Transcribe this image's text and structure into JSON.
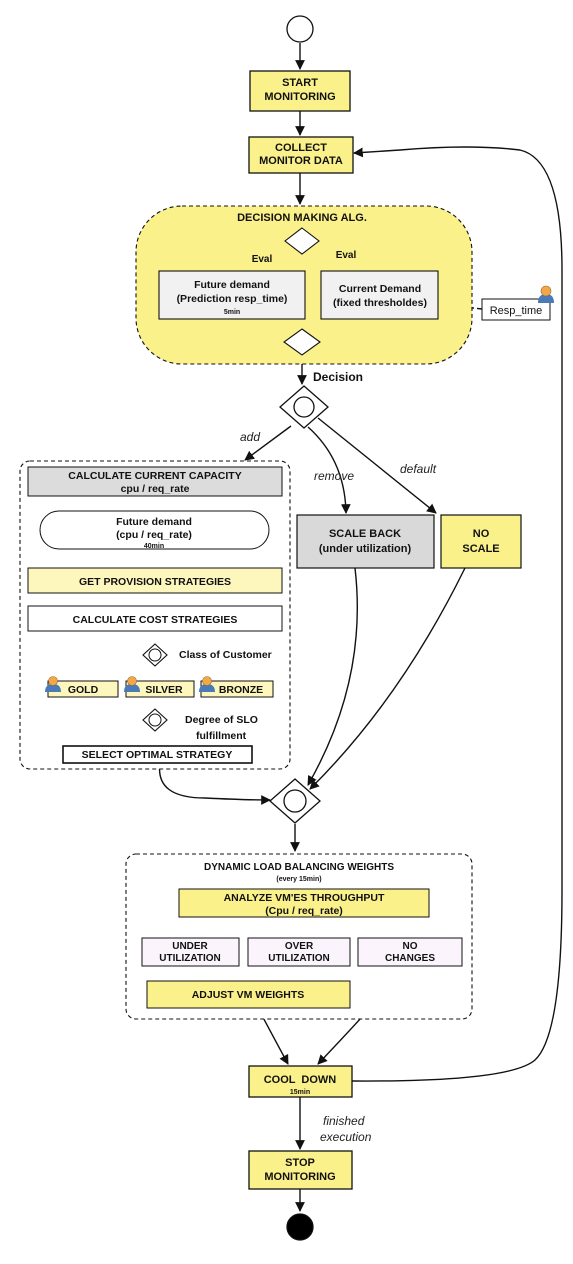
{
  "start_monitoring": [
    "START",
    "MONITORING"
  ],
  "collect_monitor_data": [
    "COLLECT",
    "MONITOR DATA"
  ],
  "decision_alg": {
    "title": "DECISION MAKING ALG.",
    "eval_left": "Eval",
    "eval_right": "Eval",
    "future_demand": [
      "Future demand",
      "(Prediction resp_time)"
    ],
    "future_demand_time": "5min",
    "current_demand": [
      "Current Demand",
      "(fixed thresholdes)"
    ]
  },
  "resp_time": "Resp_time",
  "decision_label": "Decision",
  "edge_add": "add",
  "edge_remove": "remove",
  "edge_default": "default",
  "add_branch": {
    "calc_capacity": [
      "CALCULATE CURRENT CAPACITY",
      "cpu / req_rate"
    ],
    "future_demand": [
      "Future demand",
      "(cpu / req_rate)"
    ],
    "future_demand_time": "40min",
    "get_provision": "GET PROVISION STRATEGIES",
    "calc_cost": "CALCULATE COST STRATEGIES",
    "class_of_customer": "Class of Customer",
    "gold": "GOLD",
    "silver": "SILVER",
    "bronze": "BRONZE",
    "degree_slo": [
      "Degree of SLO",
      "fulfillment"
    ],
    "select_optimal": "SELECT OPTIMAL STRATEGY"
  },
  "scale_back": [
    "SCALE BACK",
    "(under utilization)"
  ],
  "no_scale": [
    "NO",
    "SCALE"
  ],
  "load_balancing": {
    "title": "DYNAMIC LOAD BALANCING WEIGHTS",
    "subtitle": "(every 15min)",
    "analyze": [
      "ANALYZE VM'ES THROUGHPUT",
      "(Cpu / req_rate)"
    ],
    "under": [
      "UNDER",
      "UTILIZATION"
    ],
    "over": [
      "OVER",
      "UTILIZATION"
    ],
    "no_changes": [
      "NO",
      "CHANGES"
    ],
    "adjust": "ADJUST VM WEIGHTS"
  },
  "cool_down": "COOL  DOWN",
  "cool_down_time": "15min",
  "finished_execution": [
    "finished",
    "execution"
  ],
  "stop_monitoring": [
    "STOP",
    "MONITORING"
  ],
  "colors": {
    "yellow": "#fbf18b",
    "light_yellow": "#fdf6bd",
    "gray": "#d9d9d9",
    "lavender": "#fbf4fd"
  }
}
